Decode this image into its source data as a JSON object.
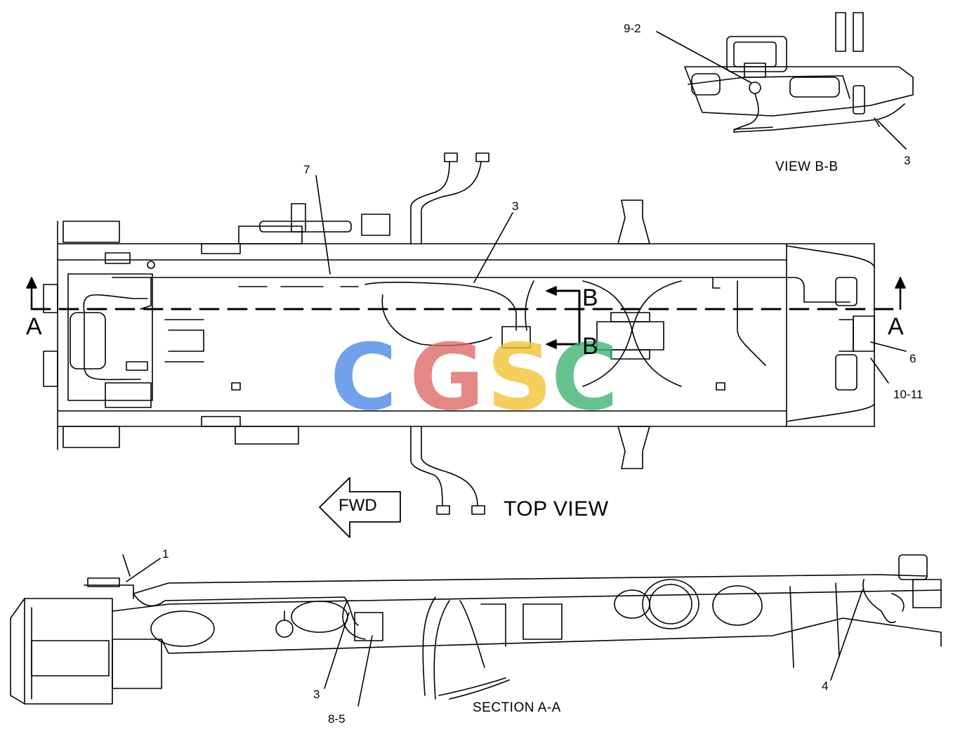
{
  "views": {
    "top_view_title": "TOP VIEW",
    "view_bb_title": "VIEW B-B",
    "section_aa_title": "SECTION A-A",
    "fwd_label": "FWD"
  },
  "section_markers": {
    "a_left": "A",
    "a_right": "A",
    "b_upper": "B",
    "b_lower": "B"
  },
  "callouts": {
    "view_bb": [
      "9-2",
      "3"
    ],
    "top_view": [
      "7",
      "3",
      "6",
      "10-11"
    ],
    "section_aa": [
      "1",
      "3",
      "8-5",
      "4"
    ]
  },
  "watermark": {
    "letters": [
      "C",
      "G",
      "S",
      "C"
    ],
    "colors": [
      "#4a86e8",
      "#e06666",
      "#f1c232",
      "#3cb371"
    ]
  },
  "colors": {
    "line": "#000000",
    "background": "#ffffff"
  }
}
